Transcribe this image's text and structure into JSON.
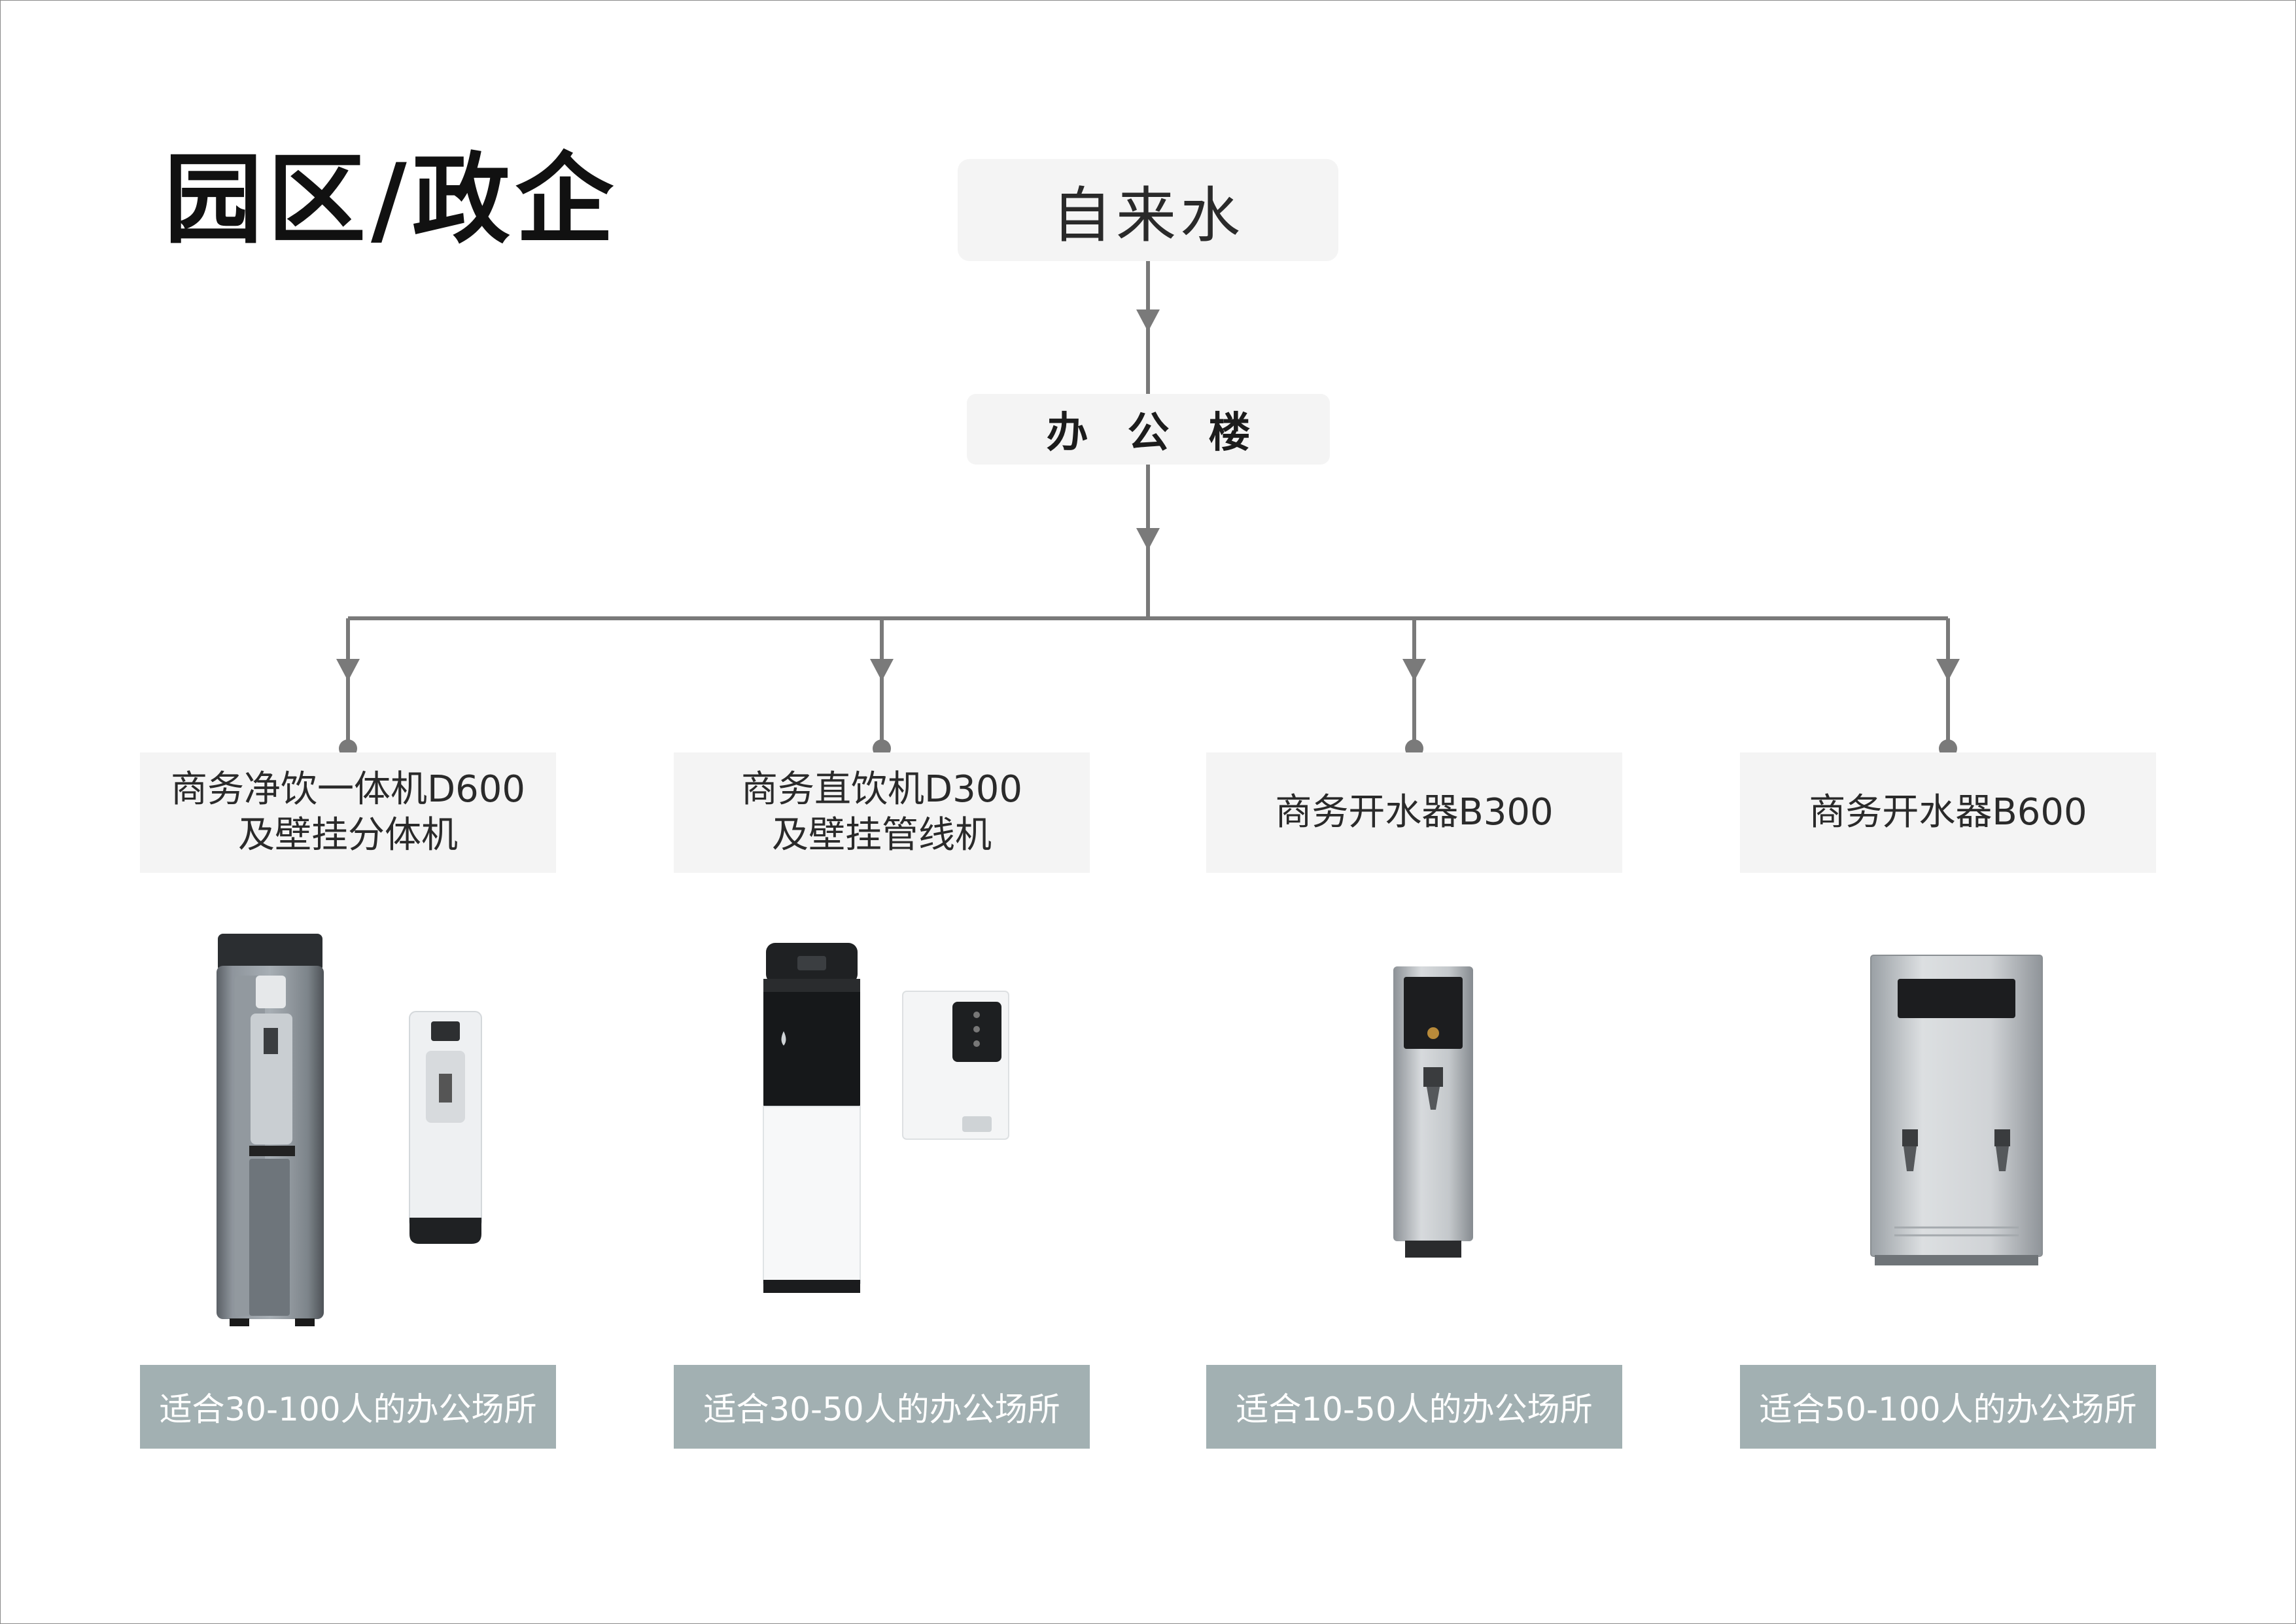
{
  "title": "园区/政企",
  "source": {
    "label": "自来水"
  },
  "building": {
    "label": "办公楼"
  },
  "colors": {
    "box_bg": "#f4f4f4",
    "capacity_bg": "#a2b0b2",
    "connector": "#7a7a7a",
    "text": "#2a2a2a"
  },
  "products": [
    {
      "name_line1": "商务净饮一体机D600",
      "name_line2": "及壁挂分体机",
      "capacity": "适合30-100人的办公场所",
      "icon": "water-purifier-dispenser-icon"
    },
    {
      "name_line1": "商务直饮机D300",
      "name_line2": "及壁挂管线机",
      "capacity": "适合30-50人的办公场所",
      "icon": "direct-drinking-machine-icon"
    },
    {
      "name_line1": "商务开水器B300",
      "name_line2": "",
      "capacity": "适合10-50人的办公场所",
      "icon": "water-boiler-single-icon"
    },
    {
      "name_line1": "商务开水器B600",
      "name_line2": "",
      "capacity": "适合50-100人的办公场所",
      "icon": "water-boiler-double-icon"
    }
  ]
}
